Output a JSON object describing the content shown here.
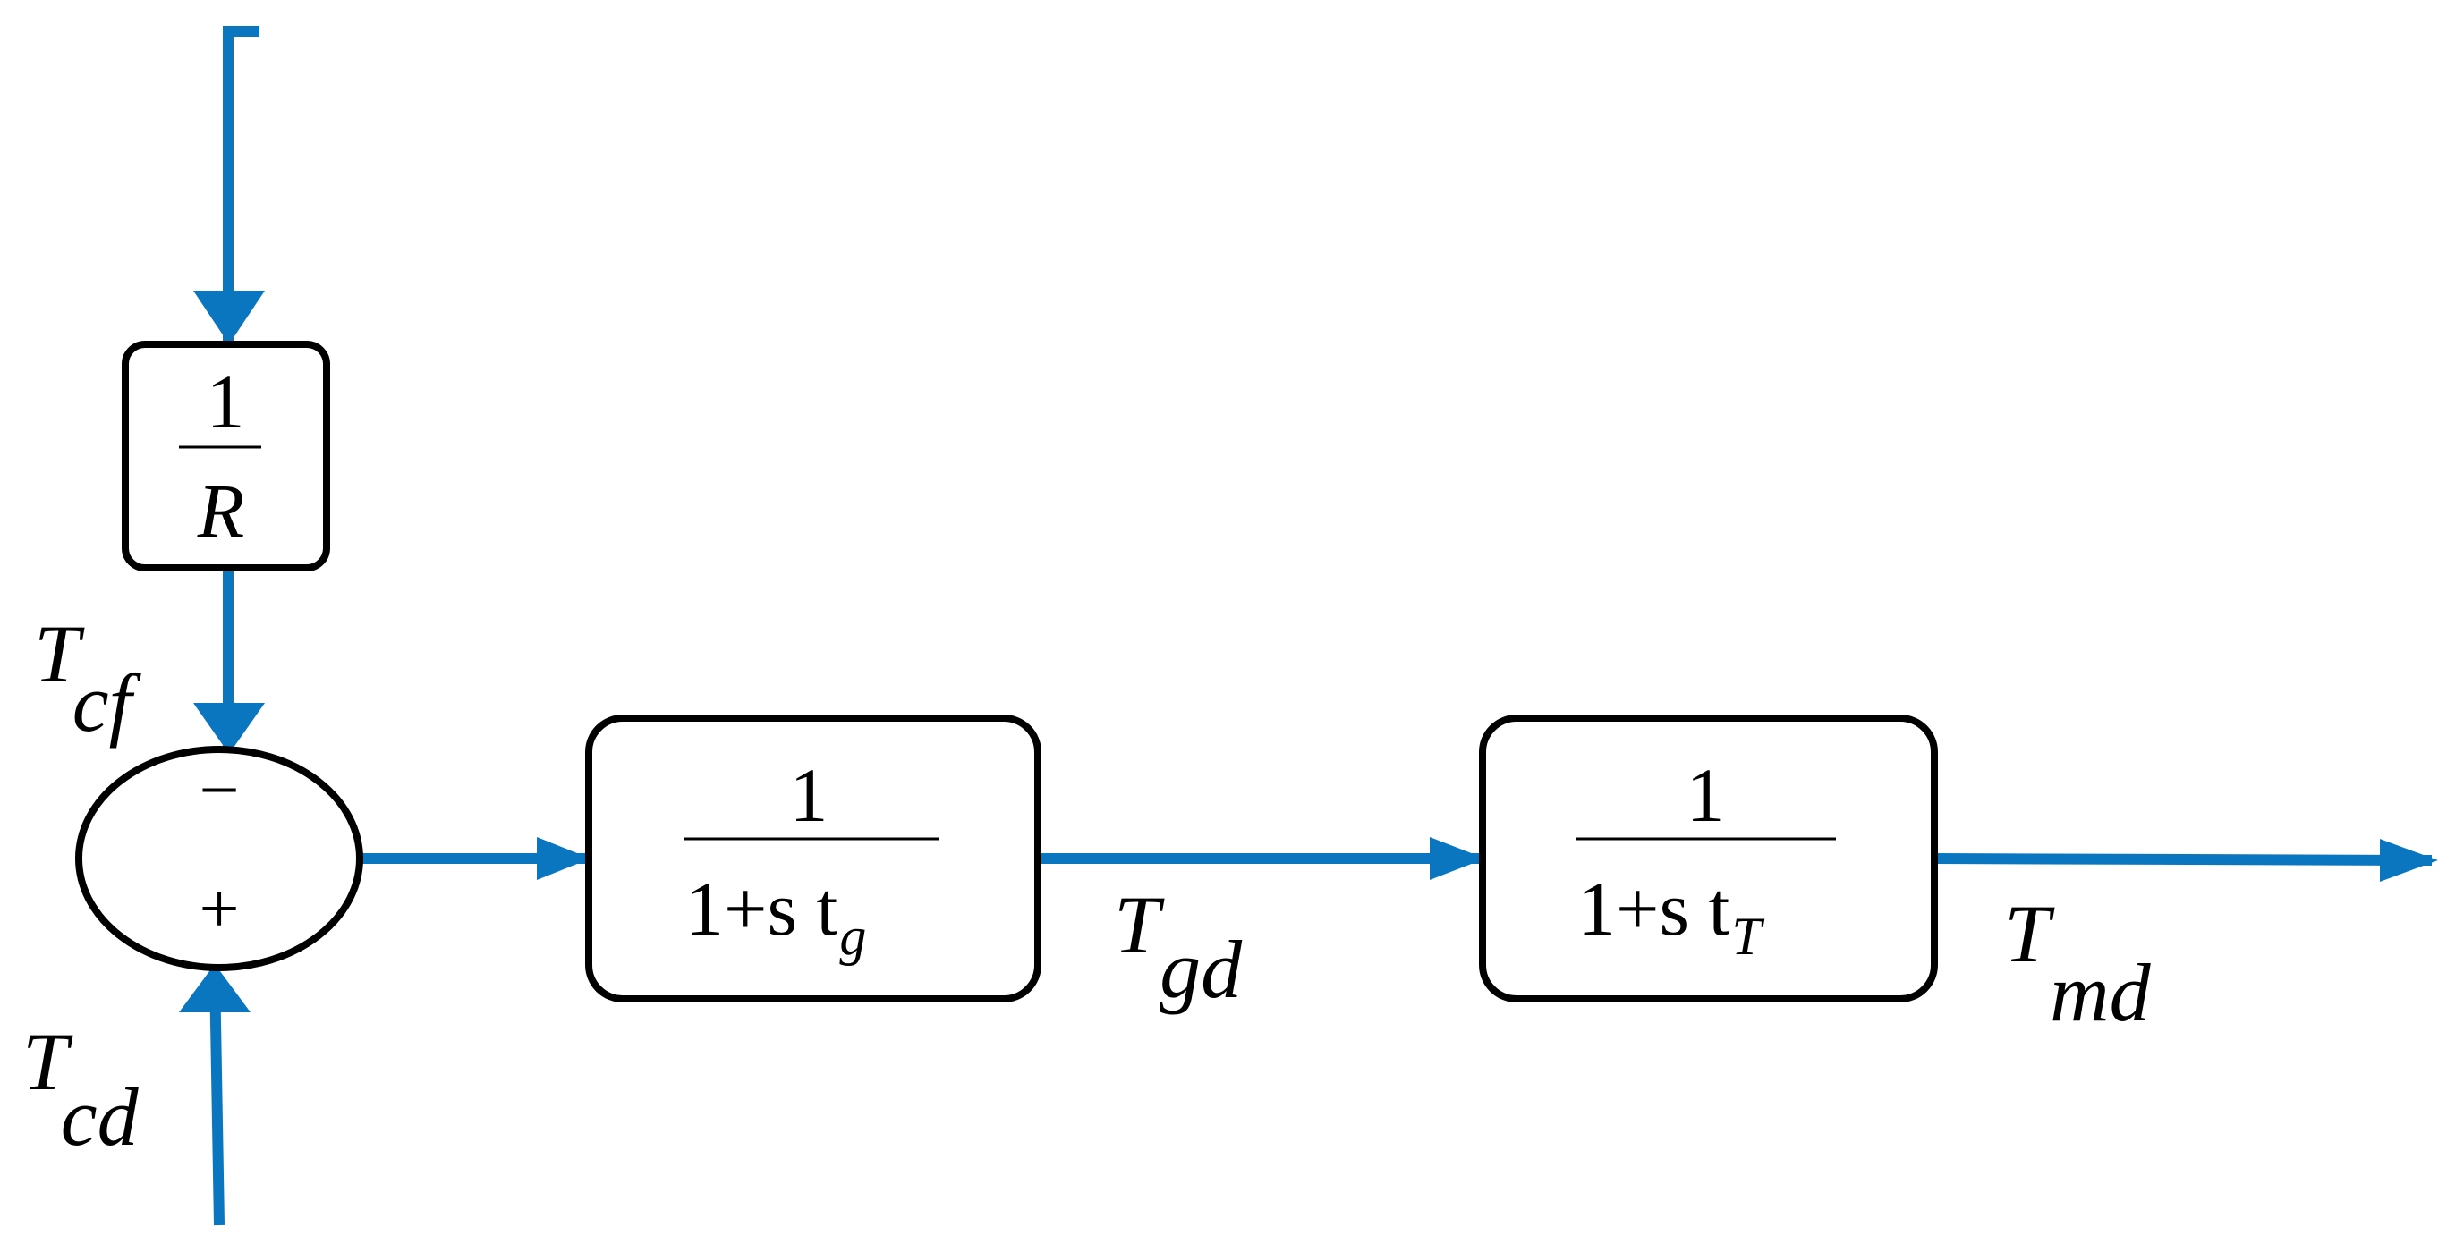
{
  "colors": {
    "signal": "#0a76c0",
    "block": "#000000",
    "background": "#ffffff"
  },
  "blocks": {
    "droop": {
      "num": "1",
      "den": "R"
    },
    "governor": {
      "num": "1",
      "den_prefix": "1+s t",
      "den_sub": "g"
    },
    "turbine": {
      "num": "1",
      "den_prefix": "1+s t",
      "den_sub": "T"
    }
  },
  "summing_junction": {
    "top_sign": "−",
    "bottom_sign": "+"
  },
  "signals": {
    "tcf": {
      "main": "T",
      "sub": "cf"
    },
    "tcd": {
      "main": "T",
      "sub": "cd"
    },
    "tgd": {
      "main": "T",
      "sub": "gd"
    },
    "tmd": {
      "main": "T",
      "sub": "md"
    }
  }
}
